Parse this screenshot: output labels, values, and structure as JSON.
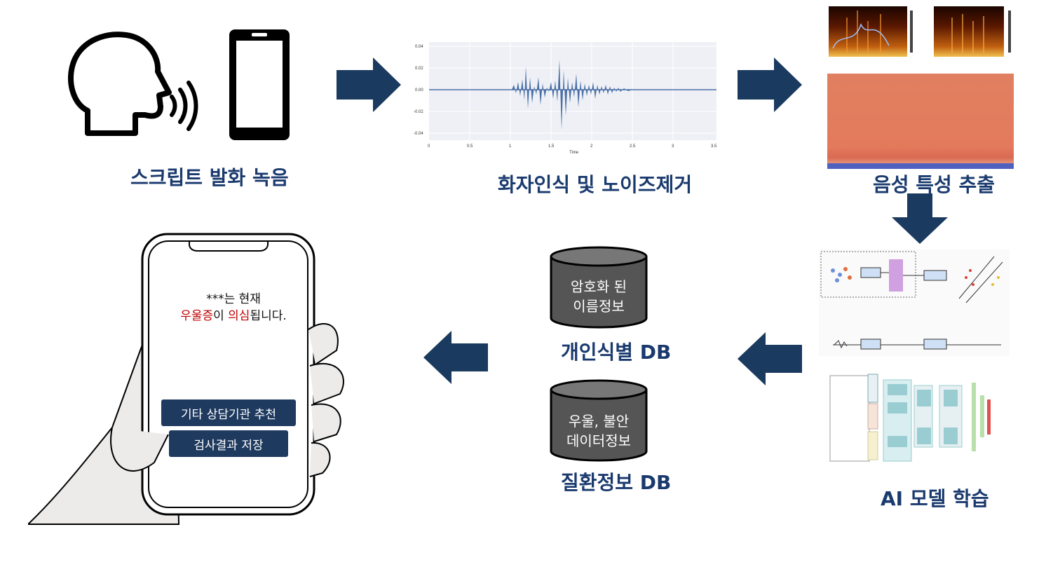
{
  "steps": {
    "record": "스크립트 발화 녹음",
    "denoise": "화자인식 및 노이즈제거",
    "extract": "음성 특성 추출",
    "train": "AI 모델 학습"
  },
  "databases": {
    "identity": {
      "label": "개인식별 DB",
      "line1": "암호화 된",
      "line2": "이름정보"
    },
    "disease": {
      "label": "질환정보 DB",
      "line1": "우울, 불안",
      "line2": "데이터정보"
    }
  },
  "phone": {
    "msg_line1": "***는 현재",
    "msg_w1": "우울증",
    "msg_w2": "이 ",
    "msg_w3": "의심",
    "msg_w4": "됩니다.",
    "btn_counsel": "기타 상담기관 추천",
    "btn_save": "검사결과 저장"
  },
  "waveform": {
    "yticks": [
      "0.04",
      "0.02",
      "0.00",
      "-0.02",
      "-0.04"
    ],
    "xticks": [
      "0",
      "0.5",
      "1",
      "1.5",
      "2",
      "2.5",
      "3",
      "3.5"
    ],
    "xlabel": "Time"
  },
  "colors": {
    "arrow": "#1a3a5f",
    "caption": "#1a3a6e",
    "accent_red": "#c00000"
  }
}
